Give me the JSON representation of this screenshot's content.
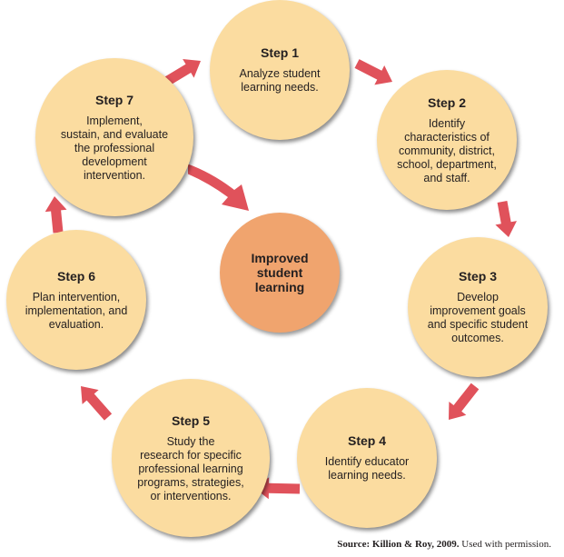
{
  "steps": [
    {
      "title": "Step 1",
      "lines": [
        "Analyze student",
        "learning needs."
      ]
    },
    {
      "title": "Step 2",
      "lines": [
        "Identify",
        "characteristics of",
        "community, district,",
        "school, department,",
        "and staff."
      ]
    },
    {
      "title": "Step 3",
      "lines": [
        "Develop",
        "improvement goals",
        "and specific student",
        "outcomes."
      ]
    },
    {
      "title": "Step 4",
      "lines": [
        "Identify educator",
        "learning needs."
      ]
    },
    {
      "title": "Step 5",
      "lines": [
        "Study the",
        "research for specific",
        "professional learning",
        "programs, strategies,",
        "or interventions."
      ]
    },
    {
      "title": "Step 6",
      "lines": [
        "Plan intervention,",
        "implementation, and",
        "evaluation."
      ]
    },
    {
      "title": "Step 7",
      "lines": [
        "Implement,",
        "sustain, and evaluate",
        "the professional",
        "development",
        "intervention."
      ]
    }
  ],
  "center": {
    "lines": [
      "Improved",
      "student",
      "learning"
    ]
  },
  "source": {
    "bold": "Source: Killion & Roy, 2009.",
    "rest": " Used with permission."
  },
  "colors": {
    "step_fill": "#fbdca0",
    "center_fill": "#f0a46e",
    "arrow": "#e0525b"
  },
  "icons": [
    "arrow-icon"
  ]
}
